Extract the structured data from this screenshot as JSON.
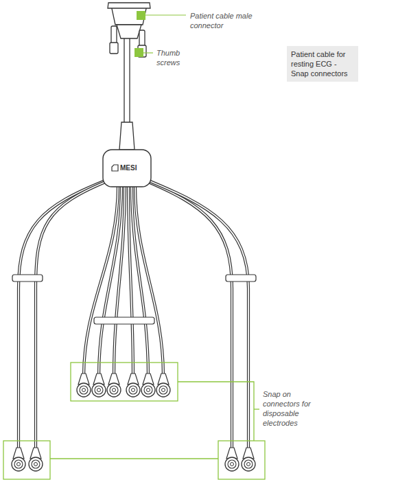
{
  "diagram": {
    "nodes": [
      {
        "text": [
          "Patient cable for resting ECG - Snap connectors"
        ]
      }
    ],
    "labels": [
      "Patient cable male connector",
      "Thumb screws",
      "Snap on connectors for disposable electrodes",
      "MESI"
    ]
  }
}
